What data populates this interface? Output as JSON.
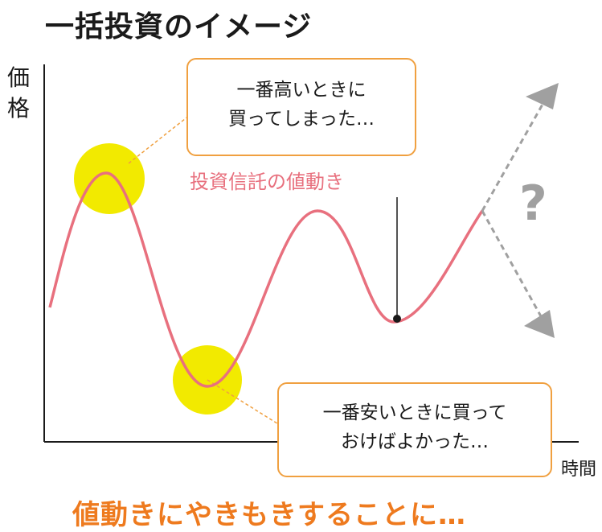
{
  "title": "一括投資のイメージ",
  "axes": {
    "y_label": "価格",
    "x_label": "時間"
  },
  "callouts": {
    "high": {
      "line1": "一番高いときに",
      "line2": "買ってしまった…"
    },
    "low": {
      "line1": "一番安いときに買って",
      "line2": "おけばよかった…"
    }
  },
  "line_label": "投資信託の値動き",
  "uncertain_mark": "?",
  "caption": "値動きにやきもきすることに…",
  "colors": {
    "line": "#e8707e",
    "highlight": "#f2ea00",
    "callout_border": "#f0a040",
    "arrows": "#a0a0a0",
    "caption": "#ee7a1e"
  }
}
